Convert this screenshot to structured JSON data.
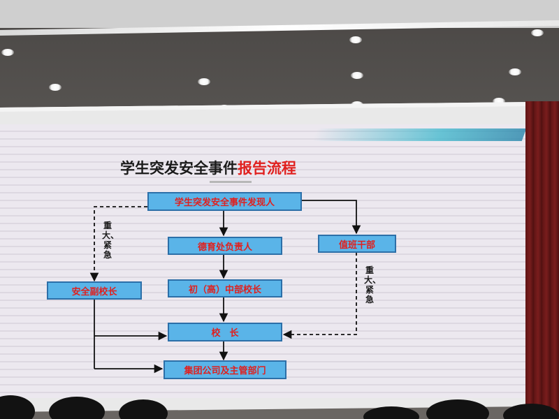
{
  "diagram": {
    "title_prefix": "学生突发安全事件",
    "title_suffix": "报告流程",
    "nodes": {
      "discoverer": "学生突发安全事件发现人",
      "moral_head": "德育处负责人",
      "duty_cadre": "值班干部",
      "vice_principal": "安全副校长",
      "dept_principal": "初（高）中部校长",
      "principal": "校　长",
      "group_company": "集团公司及主管部门"
    },
    "edge_labels": {
      "left_dashed": "重大、紧急",
      "right_dashed": "重大、紧急"
    }
  },
  "colors": {
    "box_fill": "#5ab4e8",
    "box_border": "#2c6fa8",
    "box_text": "#e0201e",
    "title_black": "#1a1a1a",
    "title_red": "#e0201e"
  }
}
